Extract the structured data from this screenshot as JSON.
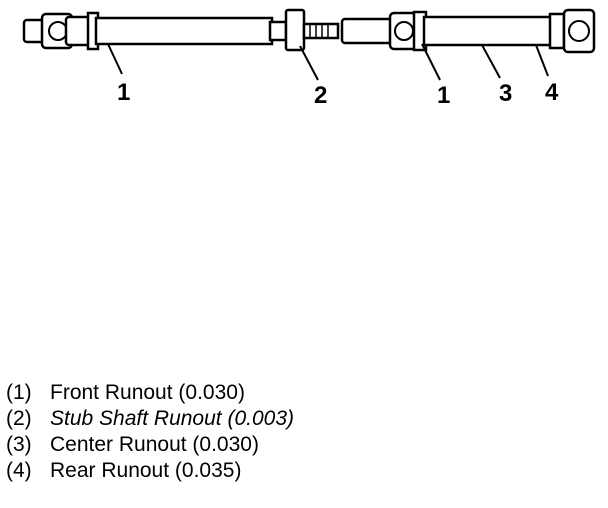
{
  "callouts": [
    "1",
    "2",
    "1",
    "3",
    "4"
  ],
  "legend": [
    {
      "num": "(1)",
      "text": "Front Runout (0.030)"
    },
    {
      "num": "(2)",
      "text": "Stub Shaft Runout (0.003)"
    },
    {
      "num": "(3)",
      "text": "Center Runout (0.030)"
    },
    {
      "num": "(4)",
      "text": "Rear Runout (0.035)"
    }
  ]
}
